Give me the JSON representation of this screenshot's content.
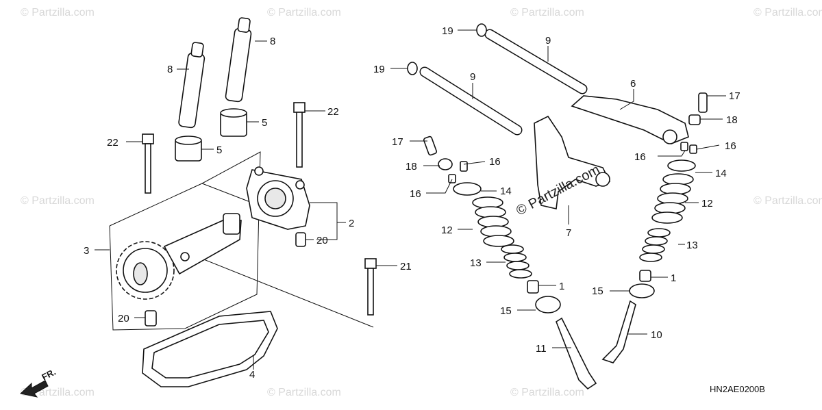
{
  "diagram_code": "HN2AE0200B",
  "watermark_text": "© Partzilla.com",
  "front_arrow_label": "FR.",
  "labels": {
    "n1a": "1",
    "n1b": "1",
    "n2": "2",
    "n3": "3",
    "n4": "4",
    "n5a": "5",
    "n5b": "5",
    "n6": "6",
    "n7": "7",
    "n8a": "8",
    "n8b": "8",
    "n9a": "9",
    "n9b": "9",
    "n10": "10",
    "n11": "11",
    "n12a": "12",
    "n12b": "12",
    "n13a": "13",
    "n13b": "13",
    "n14a": "14",
    "n14b": "14",
    "n15a": "15",
    "n15b": "15",
    "n16a": "16",
    "n16b": "16",
    "n16c": "16",
    "n16d": "16",
    "n17a": "17",
    "n17b": "17",
    "n18a": "18",
    "n18b": "18",
    "n19a": "19",
    "n19b": "19",
    "n20a": "20",
    "n20b": "20",
    "n21": "21",
    "n22a": "22",
    "n22b": "22"
  }
}
